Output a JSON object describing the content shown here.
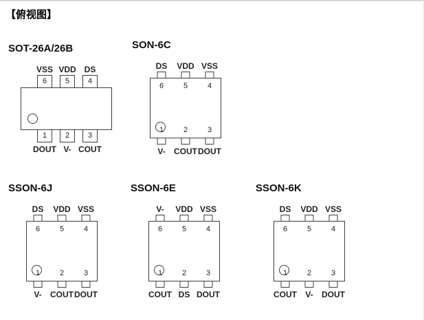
{
  "page": {
    "heading": "【俯视图】"
  },
  "packages": [
    {
      "name": "SOT-26A/26B",
      "top_labels": [
        "VSS",
        "VDD",
        "DS"
      ],
      "top_pins": [
        "6",
        "5",
        "4"
      ],
      "bottom_pins": [
        "1",
        "2",
        "3"
      ],
      "bottom_labels": [
        "DOUT",
        "V-",
        "COUT"
      ]
    },
    {
      "name": "SON-6C",
      "top_labels": [
        "DS",
        "VDD",
        "VSS"
      ],
      "top_pins": [
        "6",
        "5",
        "4"
      ],
      "bottom_pins": [
        "1",
        "2",
        "3"
      ],
      "bottom_labels": [
        "V-",
        "COUT",
        "DOUT"
      ]
    },
    {
      "name": "SSON-6J",
      "top_labels": [
        "DS",
        "VDD",
        "VSS"
      ],
      "top_pins": [
        "6",
        "5",
        "4"
      ],
      "bottom_pins": [
        "1",
        "2",
        "3"
      ],
      "bottom_labels": [
        "V-",
        "COUT",
        "DOUT"
      ]
    },
    {
      "name": "SSON-6E",
      "top_labels": [
        "V-",
        "VDD",
        "VSS"
      ],
      "top_pins": [
        "6",
        "5",
        "4"
      ],
      "bottom_pins": [
        "1",
        "2",
        "3"
      ],
      "bottom_labels": [
        "COUT",
        "DS",
        "DOUT"
      ]
    },
    {
      "name": "SSON-6K",
      "top_labels": [
        "DS",
        "VDD",
        "VSS"
      ],
      "top_pins": [
        "6",
        "5",
        "4"
      ],
      "bottom_pins": [
        "1",
        "2",
        "3"
      ],
      "bottom_labels": [
        "COUT",
        "V-",
        "DOUT"
      ]
    }
  ]
}
